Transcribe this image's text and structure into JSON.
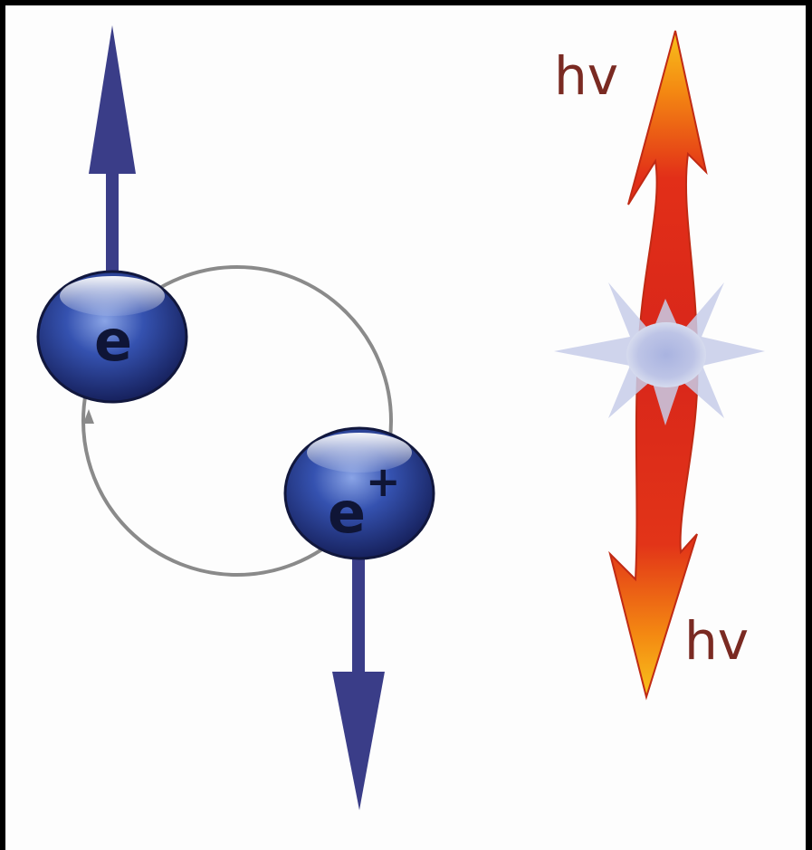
{
  "diagram": {
    "particles": {
      "electron_label": "e",
      "positron_label": "e",
      "positron_superscript": "+"
    },
    "photons": {
      "top_label": "hv",
      "bottom_label": "hv"
    },
    "colors": {
      "spin_arrow": "#3a3d88",
      "particle_sphere": "#2a3c92",
      "orbit_line": "#8a8a8a",
      "photon_arrow_outer": "#f7c21e",
      "photon_arrow_inner": "#e42a1a",
      "annihilation_burst": "#b8c0e0"
    }
  }
}
